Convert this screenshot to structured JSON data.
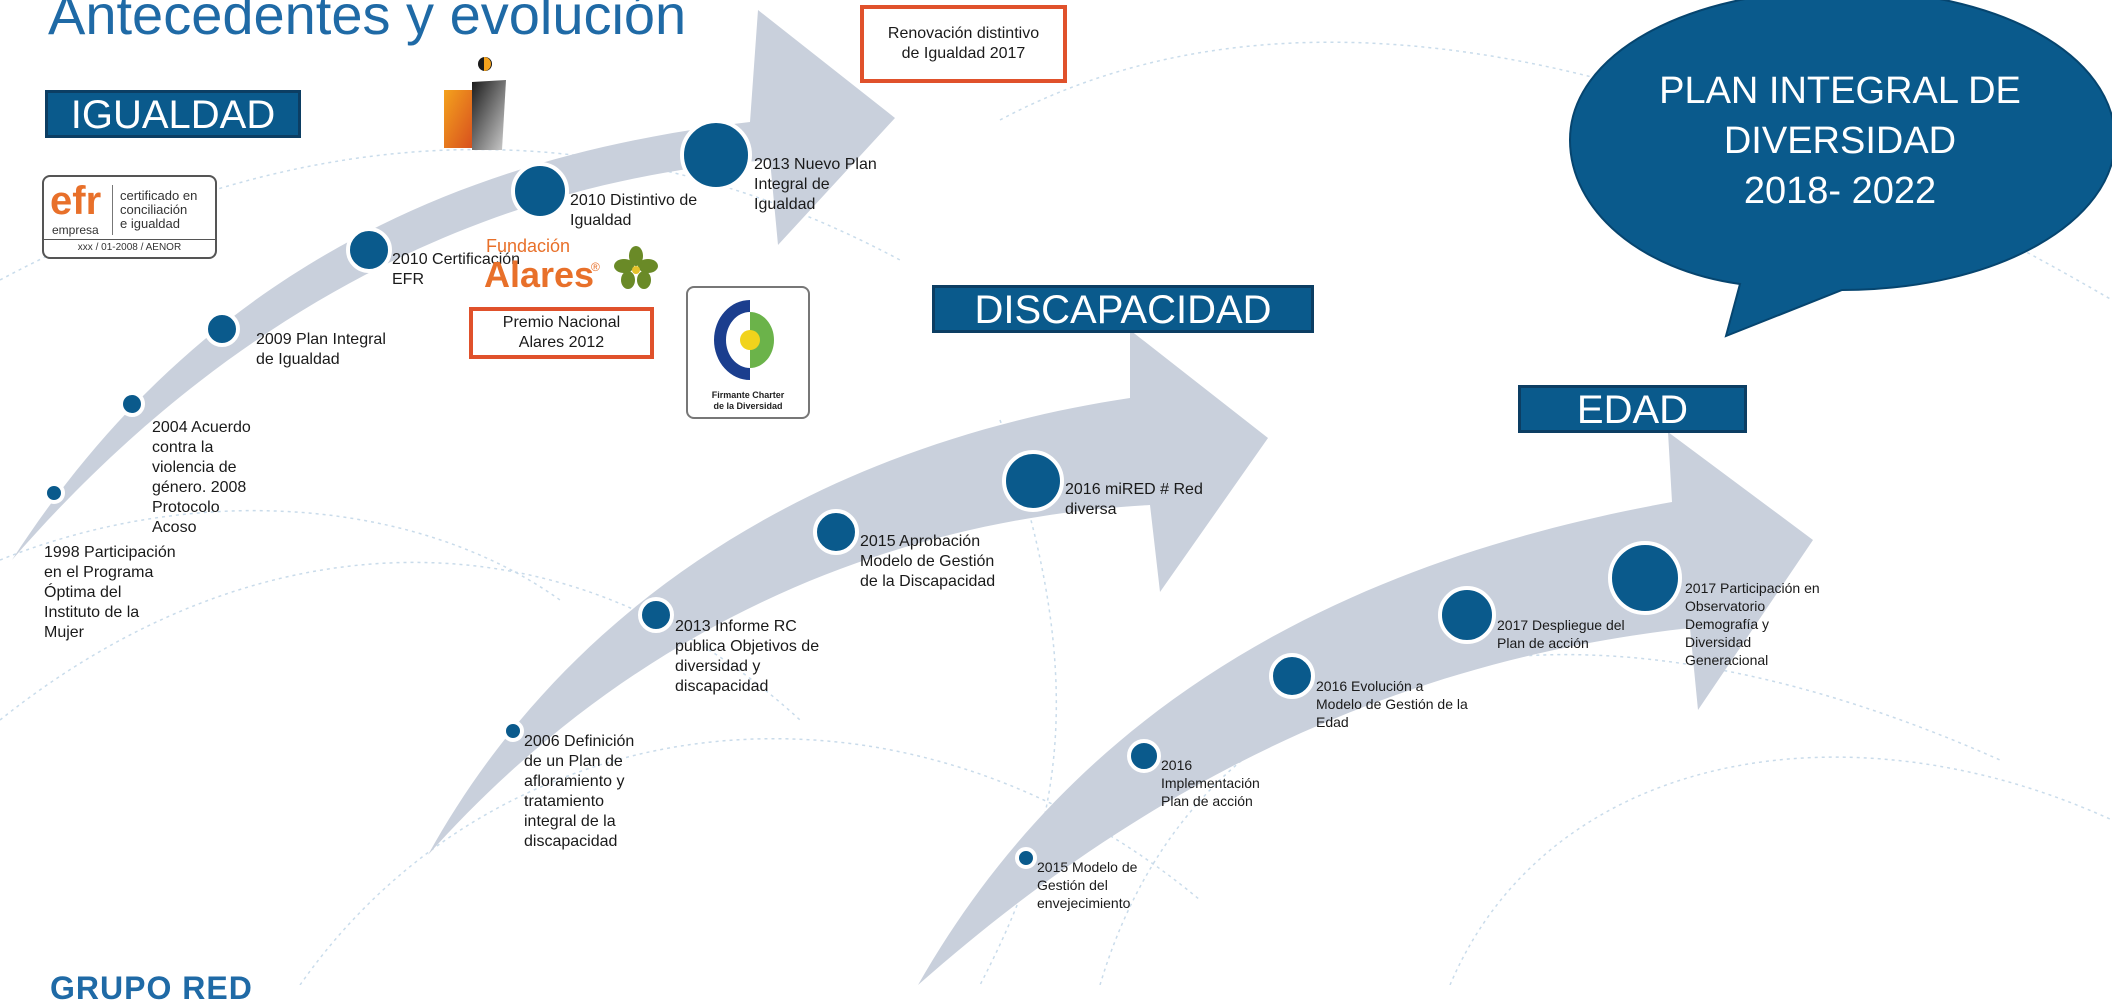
{
  "title": "Antecedentes y evolución",
  "sections": {
    "igualdad": "IGUALDAD",
    "discapacidad": "DISCAPACIDAD",
    "edad": "EDAD"
  },
  "plan": "PLAN INTEGRAL DE\nDIVERSIDAD\n2018- 2022",
  "igualdad_milestones": [
    "1998 Participación\nen el Programa\nÓptima del\nInstituto de la\nMujer",
    "2004 Acuerdo\ncontra la\nviolencia de\ngénero. 2008\nProtocolo\nAcoso",
    "2009 Plan Integral\nde Igualdad",
    "2010 Certificación\nEFR",
    "2010 Distintivo de\nIgualdad",
    "2013 Nuevo Plan\nIntegral de\nIgualdad"
  ],
  "discapacidad_milestones": [
    "2006 Definición\nde un Plan de\nafloramiento y\ntratamiento\nintegral de la\ndiscapacidad",
    "2013 Informe RC\npublica Objetivos de\ndiversidad y\ndiscapacidad",
    "2015 Aprobación\nModelo de Gestión\nde la Discapacidad",
    "2016 miRED # Red\ndiversa"
  ],
  "edad_milestones": [
    "2015 Modelo de\nGestión del\nenvejecimiento",
    "2016\nImplementación\nPlan de acción",
    "2016 Evolución a\nModelo de Gestión de la\nEdad",
    "2017 Despliegue del\nPlan de acción",
    "2017 Participación en\nObservatorio\nDemografía y\nDiversidad\nGeneracional"
  ],
  "boxes": {
    "renovacion": "Renovación distintivo\nde Igualdad 2017",
    "premio": "Premio Nacional\nAlares 2012"
  },
  "logos": {
    "efr_main": "efr",
    "efr_sub": "empresa",
    "efr_cert": "certificado en\nconciliación\ne igualdad",
    "efr_footer": "xxx / 01-2008 / AENOR",
    "alares_top": "Fundación",
    "alares_main": "Alares",
    "alares_mark": "®",
    "charter": "Firmante Charter\nde la Diversidad",
    "group": "GRUPO RED"
  },
  "colors": {
    "arrow": "#c9d0dc",
    "dot": "#0a5a8c",
    "section": "#0a5a8c",
    "box_border": "#e0512b",
    "title": "#1f6aa6"
  }
}
